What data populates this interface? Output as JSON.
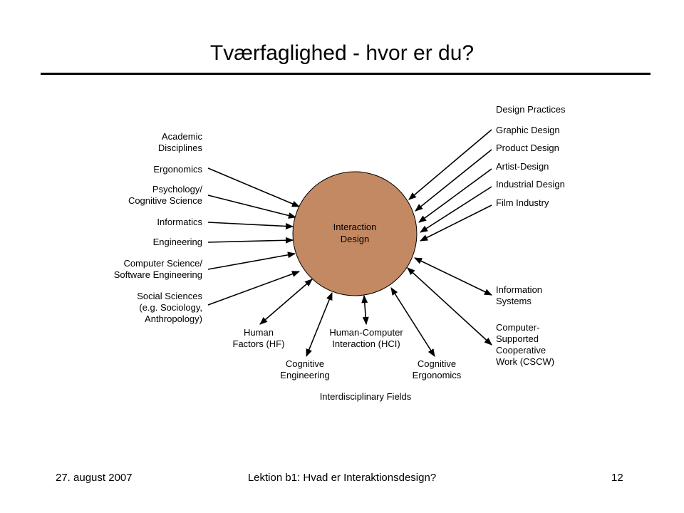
{
  "slide": {
    "title": "Tværfaglighed - hvor er du?",
    "footer_date": "27. august 2007",
    "footer_center": "Lektion b1: Hvad er Interaktionsdesign?",
    "page_number": "12"
  },
  "diagram": {
    "center": [
      "Interaction",
      "Design"
    ],
    "center_color": "#C38962",
    "left_heading": [
      "Academic",
      "Disciplines"
    ],
    "right_heading": "Design Practices",
    "bottom_heading": "Interdisciplinary Fields",
    "academic": [
      [
        "Ergonomics"
      ],
      [
        "Psychology/",
        "Cognitive Science"
      ],
      [
        "Informatics"
      ],
      [
        "Engineering"
      ],
      [
        "Computer Science/",
        "Software Engineering"
      ],
      [
        "Social Sciences",
        "(e.g. Sociology,",
        "Anthropology)"
      ]
    ],
    "design": [
      [
        "Graphic Design"
      ],
      [
        "Product Design"
      ],
      [
        "Artist-Design"
      ],
      [
        "Industrial Design"
      ],
      [
        "Film Industry"
      ]
    ],
    "fields": [
      [
        "Human",
        "Factors (HF)"
      ],
      [
        "Cognitive",
        "Engineering"
      ],
      [
        "Human-Computer",
        "Interaction (HCI)"
      ],
      [
        "Cognitive",
        "Ergonomics"
      ],
      [
        "Information",
        "Systems"
      ],
      [
        "Computer-",
        "Supported",
        "Cooperative",
        "Work (CSCW)"
      ]
    ]
  }
}
